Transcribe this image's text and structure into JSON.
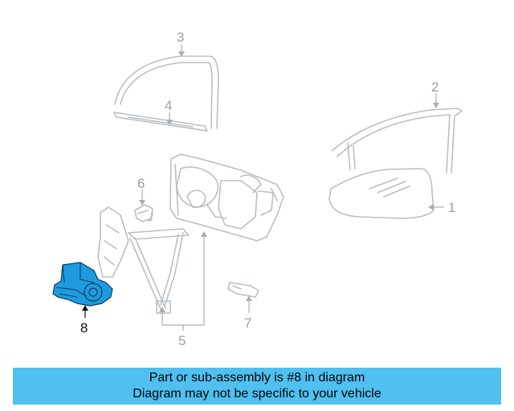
{
  "callouts": [
    {
      "id": "1",
      "label": "1",
      "highlighted": false
    },
    {
      "id": "2",
      "label": "2",
      "highlighted": false
    },
    {
      "id": "3",
      "label": "3",
      "highlighted": false
    },
    {
      "id": "4",
      "label": "4",
      "highlighted": false
    },
    {
      "id": "5",
      "label": "5",
      "highlighted": false
    },
    {
      "id": "6",
      "label": "6",
      "highlighted": false
    },
    {
      "id": "7",
      "label": "7",
      "highlighted": false
    },
    {
      "id": "8",
      "label": "8",
      "highlighted": true
    }
  ],
  "banner": {
    "line1": "Part or sub-assembly is #8 in diagram",
    "line2": "Diagram may not be specific to your vehicle"
  },
  "colors": {
    "highlight": "#1e9be0",
    "banner_bg": "#4fc0f0",
    "part_outline": "#b9bfc4"
  }
}
